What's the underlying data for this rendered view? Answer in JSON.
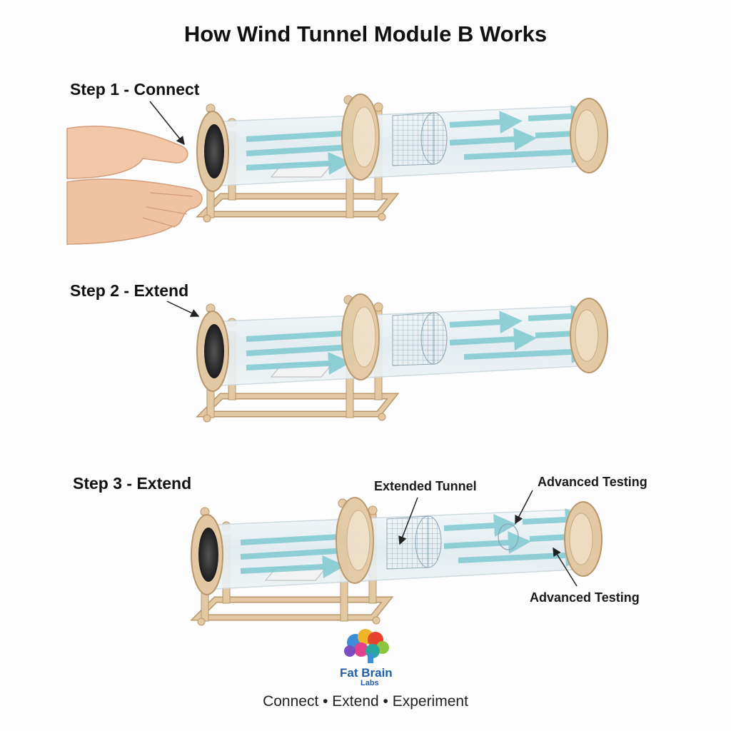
{
  "title": "How Wind Tunnel Module B Works",
  "steps": [
    {
      "label": "Step 1 - Connect"
    },
    {
      "label": "Step 2 - Extend"
    },
    {
      "label": "Step 3 - Extend"
    }
  ],
  "callouts": {
    "extended_tunnel": "Extended Tunnel",
    "advanced_testing_top": "Advanced Testing",
    "advanced_testing_bottom": "Advanced Testing"
  },
  "brand": {
    "name": "Fat Brain",
    "sub": "Labs"
  },
  "tagline": "Connect • Extend • Experiment",
  "colors": {
    "wood": "#e3c9a3",
    "wood_dark": "#b8966a",
    "airflow": "#7fc9d0",
    "tube": "#e4eef2"
  }
}
